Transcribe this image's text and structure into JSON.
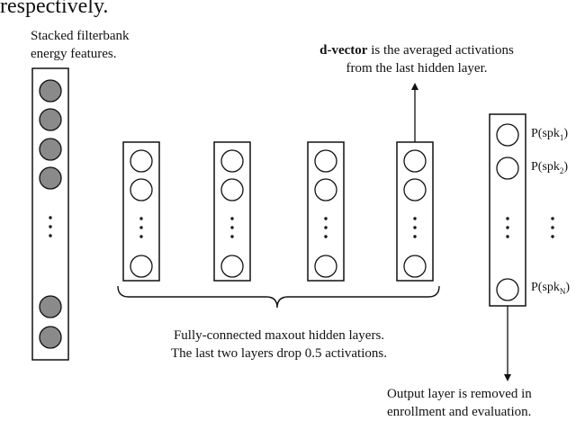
{
  "caption_fragment": "respectively.",
  "input_label": {
    "line1": "Stacked filterbank",
    "line2": "energy features."
  },
  "dvector_note": {
    "bold": "d-vector",
    "rest": " is the averaged activations",
    "line2": "from the last hidden layer."
  },
  "hidden_layers_label": {
    "line1": "Fully-connected maxout hidden layers.",
    "line2": "The last two layers drop 0.5 activations."
  },
  "output_note": {
    "line1": "Output layer is removed in",
    "line2": "enrollment and evaluation."
  },
  "output_labels": [
    {
      "base": "P(spk",
      "sub": "1",
      "close": ")"
    },
    {
      "base": "P(spk",
      "sub": "2",
      "close": ")"
    },
    {
      "base": "P(spk",
      "sub": "N",
      "close": ")"
    }
  ],
  "colors": {
    "filled_node": "#8a8a8a",
    "stroke": "#111111"
  }
}
